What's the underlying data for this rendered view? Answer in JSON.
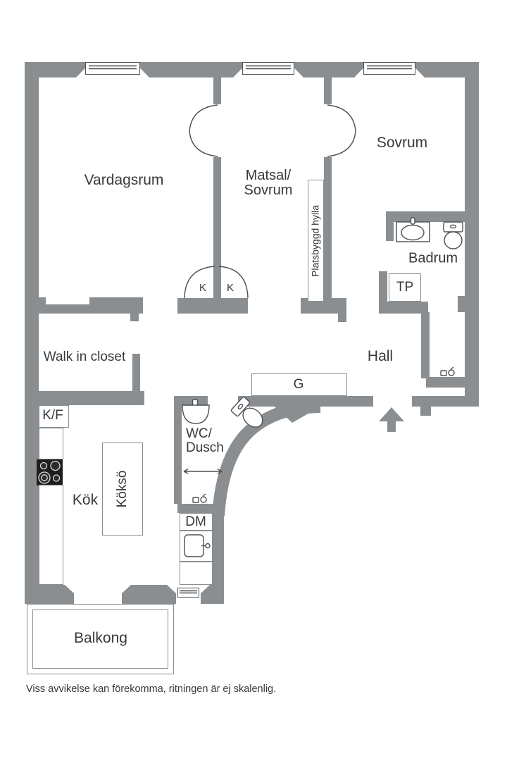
{
  "plan": {
    "rooms": {
      "vardagsrum": "Vardagsrum",
      "matsal_sovrum_line1": "Matsal/",
      "matsal_sovrum_line2": "Sovrum",
      "sovrum": "Sovrum",
      "badrum": "Badrum",
      "hall": "Hall",
      "walk_in_closet": "Walk in closet",
      "kok": "Kök",
      "wc_dusch_line1": "WC/",
      "wc_dusch_line2": "Dusch",
      "balkong": "Balkong"
    },
    "features": {
      "tp": "TP",
      "g": "G",
      "kf": "K/F",
      "dm": "DM",
      "kokso": "Köksö",
      "platsbyggd_hylla": "Platsbyggd hylla",
      "door_k_left": "K",
      "door_k_right": "K"
    },
    "footnote": "Viss avvikelse kan förekomma, ritningen är ej skalenlig.",
    "colors": {
      "wall": "#8a8e91",
      "outline": "#4d5053",
      "text": "#36393c",
      "bg": "#ffffff",
      "stove": "#1e1e1e"
    },
    "icons": {
      "entry": "entry-arrow-up",
      "badrum_sink": "oval-basin-sink",
      "badrum_toilet": "toilet",
      "wc_sink": "round-basin-sink",
      "wc_toilet": "toilet-tilted",
      "kitchen_sink": "square-basin-sink",
      "stove": "four-burner-stove",
      "shower": "extent-arrow-line",
      "drain_wc": "floor-drain-tap",
      "drain_hall": "floor-drain-tap",
      "window": "glazed-window"
    }
  }
}
